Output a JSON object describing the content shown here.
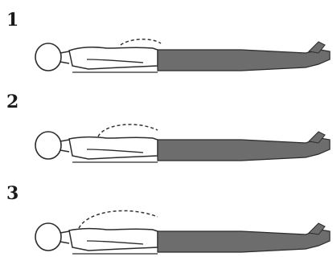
{
  "steps": [
    {
      "number": "1",
      "abdomen": "relaxed"
    },
    {
      "number": "2",
      "abdomen": "raised"
    },
    {
      "number": "3",
      "abdomen": "fully raised"
    }
  ],
  "colors": {
    "outline": "#2b2b2b",
    "dash": "#333333",
    "legs": "#6d6d6d",
    "background": "#ffffff"
  },
  "icons": [
    "lying-figure-icon",
    "abdomen-breath-outline-icon"
  ]
}
